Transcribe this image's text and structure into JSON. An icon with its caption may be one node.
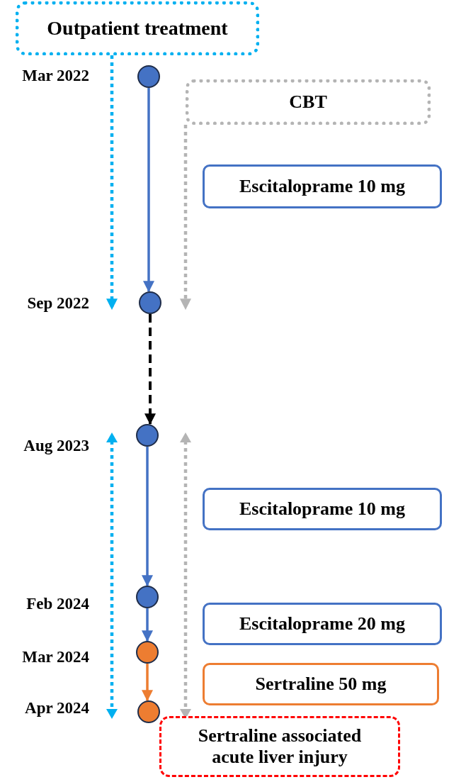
{
  "diagram": {
    "nodes": [
      {
        "text": [
          "Outpatient treatment"
        ]
      },
      {
        "text": [
          "CBT"
        ]
      },
      {
        "text": [
          "Escitaloprame 10 mg"
        ]
      },
      {
        "text": [
          "Escitaloprame 10 mg"
        ]
      },
      {
        "text": [
          "Escitaloprame 20 mg"
        ]
      },
      {
        "text": [
          "Sertraline 50 mg"
        ]
      },
      {
        "text": [
          "Sertraline associated acute liver injury"
        ]
      },
      {
        "text": [],
        "shape": "circle"
      },
      {
        "text": [],
        "shape": "circle"
      },
      {
        "text": [],
        "shape": "circle"
      },
      {
        "text": [],
        "shape": "circle"
      },
      {
        "text": [],
        "shape": "circle"
      },
      {
        "text": [],
        "shape": "circle"
      }
    ],
    "labels": [
      "Mar 2022",
      "Sep 2022",
      "Aug 2023",
      "Feb 2024",
      "Mar 2024",
      "Apr 2024"
    ],
    "edges": [
      {
        "from": 7,
        "to": 8,
        "arrow": "to"
      },
      {
        "from": 8,
        "to": 9,
        "arrow": "to",
        "style": "dashed",
        "color": "#000000"
      },
      {
        "from": 9,
        "to": 10,
        "arrow": "to"
      },
      {
        "from": 10,
        "to": 11,
        "arrow": "to"
      },
      {
        "from": 11,
        "to": 12,
        "arrow": "to",
        "color": "#ed7d31"
      },
      {
        "from": 0,
        "to": 8,
        "arrow": "to",
        "style": "dashed",
        "color": "#00b0f0"
      },
      {
        "from": 1,
        "to": 8,
        "arrow": "to",
        "style": "dashed",
        "color": "#b4b4b4"
      }
    ]
  }
}
